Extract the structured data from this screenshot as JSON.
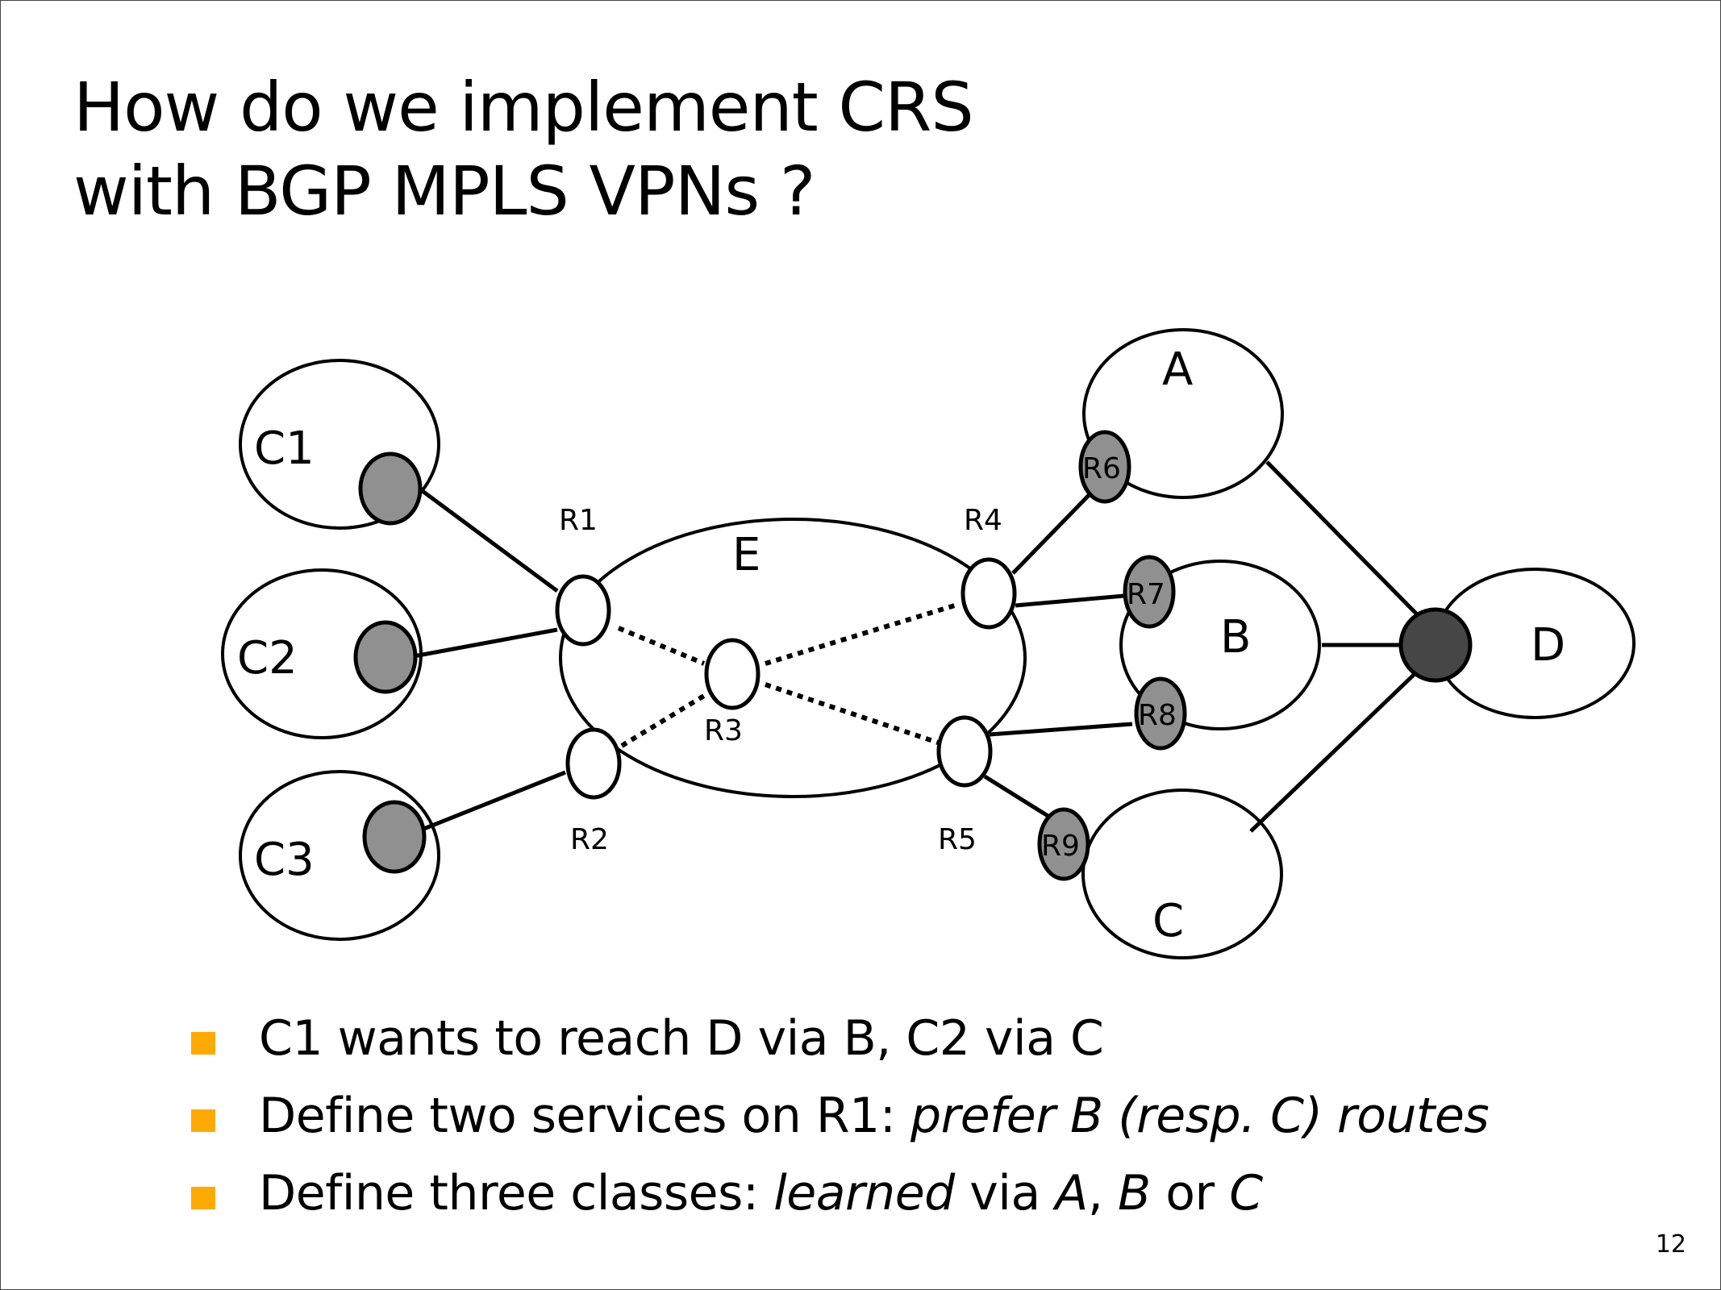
{
  "slide": {
    "title_lines": [
      "How do we implement CRS",
      "with BGP MPLS VPNs ?"
    ],
    "page_number": "12",
    "accent_color": "#ffaa00"
  },
  "diagram": {
    "clouds": {
      "C1": "C1",
      "C2": "C2",
      "C3": "C3",
      "E": "E",
      "A": "A",
      "B": "B",
      "C": "C",
      "D": "D"
    },
    "routers": {
      "R1": "R1",
      "R2": "R2",
      "R3": "R3",
      "R4": "R4",
      "R5": "R5",
      "R6": "R6",
      "R7": "R7",
      "R8": "R8",
      "R9": "R9"
    },
    "colors": {
      "customer_router": "#909090",
      "edge_router": "#ffffff",
      "destination_router": "#464646"
    },
    "links": [
      {
        "from": "C1-router",
        "to": "R1",
        "style": "solid"
      },
      {
        "from": "C2-router",
        "to": "R1",
        "style": "solid"
      },
      {
        "from": "C3-router",
        "to": "R2",
        "style": "solid"
      },
      {
        "from": "R1",
        "to": "R3",
        "style": "dotted"
      },
      {
        "from": "R2",
        "to": "R3",
        "style": "dotted"
      },
      {
        "from": "R3",
        "to": "R4",
        "style": "dotted"
      },
      {
        "from": "R3",
        "to": "R5",
        "style": "dotted"
      },
      {
        "from": "R4",
        "to": "R6",
        "style": "solid"
      },
      {
        "from": "R4",
        "to": "R7",
        "style": "solid"
      },
      {
        "from": "R5",
        "to": "R8",
        "style": "solid"
      },
      {
        "from": "R5",
        "to": "R9",
        "style": "solid"
      },
      {
        "from": "A",
        "to": "D-router",
        "style": "solid"
      },
      {
        "from": "B",
        "to": "D-router",
        "style": "solid"
      },
      {
        "from": "C",
        "to": "D-router",
        "style": "solid"
      }
    ]
  },
  "bullets": [
    {
      "parts": [
        {
          "text": "C1 wants to reach D via B, C2 via C",
          "italic": false
        }
      ]
    },
    {
      "parts": [
        {
          "text": "Define two services on R1: ",
          "italic": false
        },
        {
          "text": "prefer B (resp. C) routes",
          "italic": true
        }
      ]
    },
    {
      "parts": [
        {
          "text": "Define three classes: ",
          "italic": false
        },
        {
          "text": "learned",
          "italic": true
        },
        {
          "text": " via ",
          "italic": false
        },
        {
          "text": "A",
          "italic": true
        },
        {
          "text": ", ",
          "italic": false
        },
        {
          "text": "B",
          "italic": true
        },
        {
          "text": " or ",
          "italic": false
        },
        {
          "text": "C",
          "italic": true
        }
      ]
    }
  ]
}
